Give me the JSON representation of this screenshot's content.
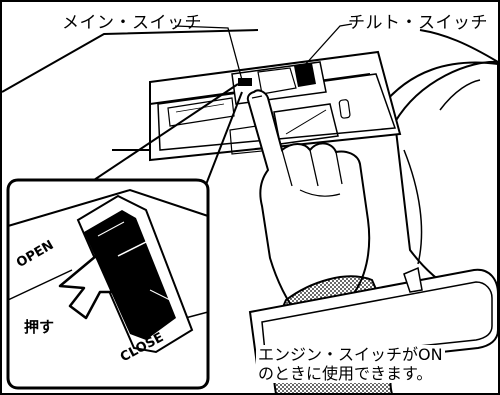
{
  "labels": {
    "main_switch": "メイン・スイッチ",
    "tilt_switch": "チルト・スイッチ",
    "open": "OPEN",
    "push": "押す",
    "close": "CLOSE"
  },
  "note": {
    "line1": "エンジン・スイッチがON",
    "line2": "のときに使用できます。"
  }
}
